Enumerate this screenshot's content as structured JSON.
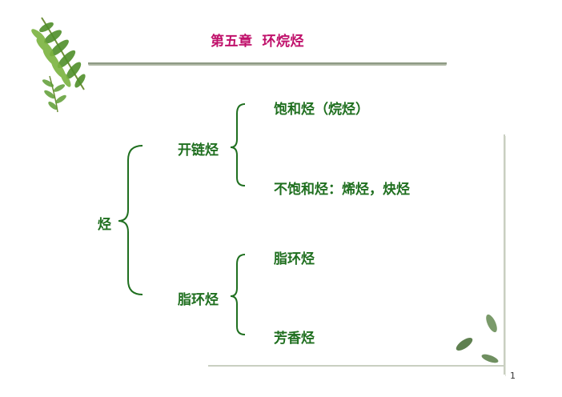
{
  "slide": {
    "title_chapter": "第五章",
    "title_topic": "环烷烃",
    "page_number": "1"
  },
  "tree": {
    "root": "烃",
    "open_chain": {
      "label": "开链烃",
      "saturated": "饱和烃（烷烃）",
      "unsaturated": "不饱和烃：烯烃，炔烃"
    },
    "cyclic": {
      "label": "脂环烃",
      "alicyclic": "脂环烃",
      "aromatic": "芳香烃"
    }
  },
  "colors": {
    "title": "#c0116b",
    "text": "#1f6f1f",
    "brace": "#1f6f1f",
    "leaf": "#3f8a2a",
    "rule": "#aeb7a4"
  },
  "icons": {
    "top_left": "fern-leaves-decoration",
    "bottom_right": "leaves-decoration"
  }
}
